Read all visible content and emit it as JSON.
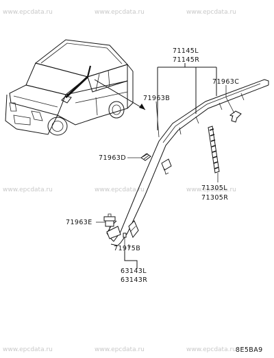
{
  "watermarks": [
    "www.epcdata.ru",
    "www.epcdata.ru",
    "www.epcdata.ru",
    "www.epcdata.ru",
    "www.epcdata.ru",
    "www.epcdata.ru",
    "www.epcdata.ru",
    "www.epcdata.ru",
    "www.epcdata.ru"
  ],
  "callouts": {
    "p71145L": "71145L",
    "p71145R": "71145R",
    "p71963B": "71963B",
    "p71963C": "71963C",
    "p71963D": "71963D",
    "p71305L": "71305L",
    "p71305R": "71305R",
    "p71963E": "71963E",
    "p71975B": "71975B",
    "p63143L": "63143L",
    "p63143R": "63143R"
  },
  "diagram_code": "8E5BA9"
}
